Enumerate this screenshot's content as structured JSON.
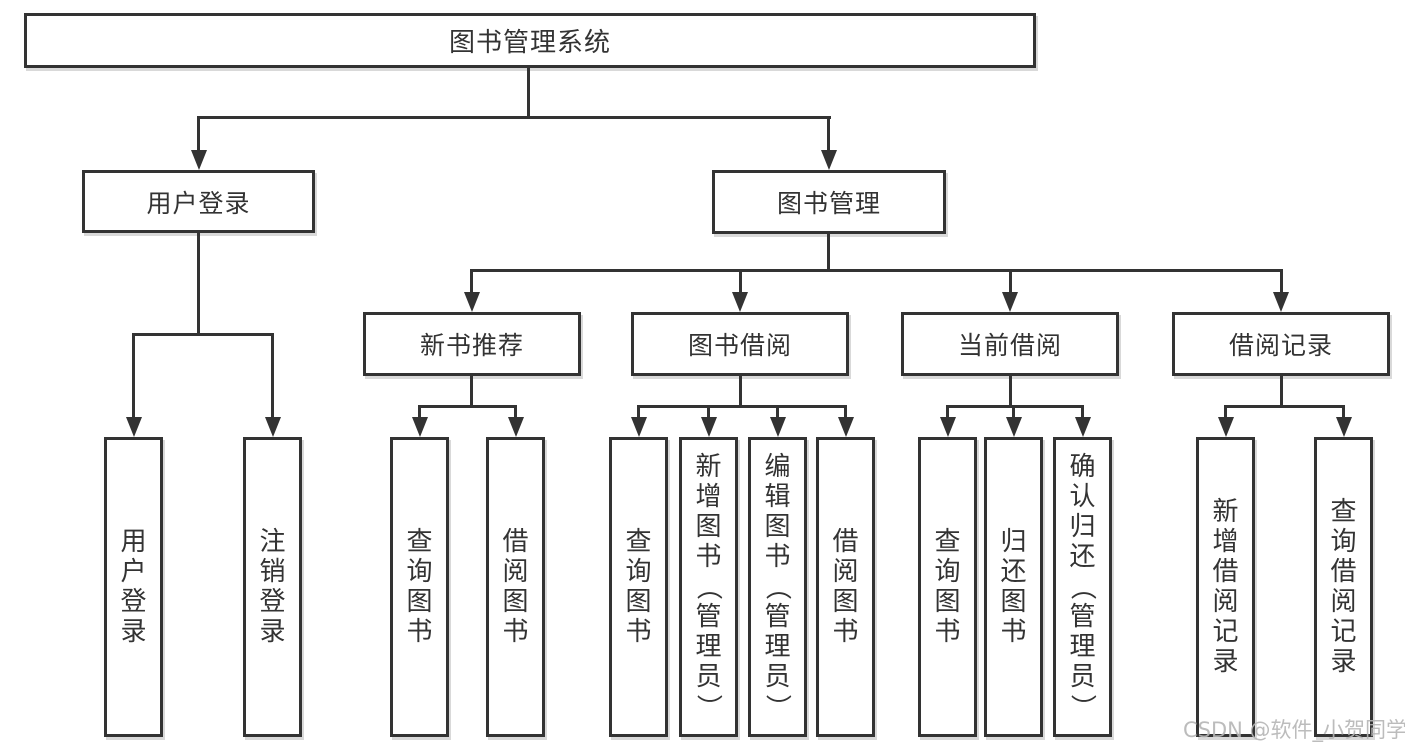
{
  "diagram": {
    "root_label": "图书管理系统",
    "branches": [
      {
        "label": "用户登录",
        "children": [
          "用户登录",
          "注销登录"
        ]
      },
      {
        "label": "图书管理",
        "modules": [
          {
            "label": "新书推荐",
            "children": [
              "查询图书",
              "借阅图书"
            ]
          },
          {
            "label": "图书借阅",
            "children": [
              "查询图书",
              "新增图书（管理员）",
              "编辑图书（管理员）",
              "借阅图书"
            ]
          },
          {
            "label": "当前借阅",
            "children": [
              "查询图书",
              "归还图书",
              "确认归还（管理员）"
            ]
          },
          {
            "label": "借阅记录",
            "children": [
              "新增借阅记录",
              "查询借阅记录"
            ]
          }
        ]
      }
    ],
    "watermark": "CSDN @软件_小贺同学",
    "colors": {
      "line": "#333333",
      "text": "#333333",
      "watermark": "#b5b5b5",
      "background": "#ffffff"
    }
  }
}
